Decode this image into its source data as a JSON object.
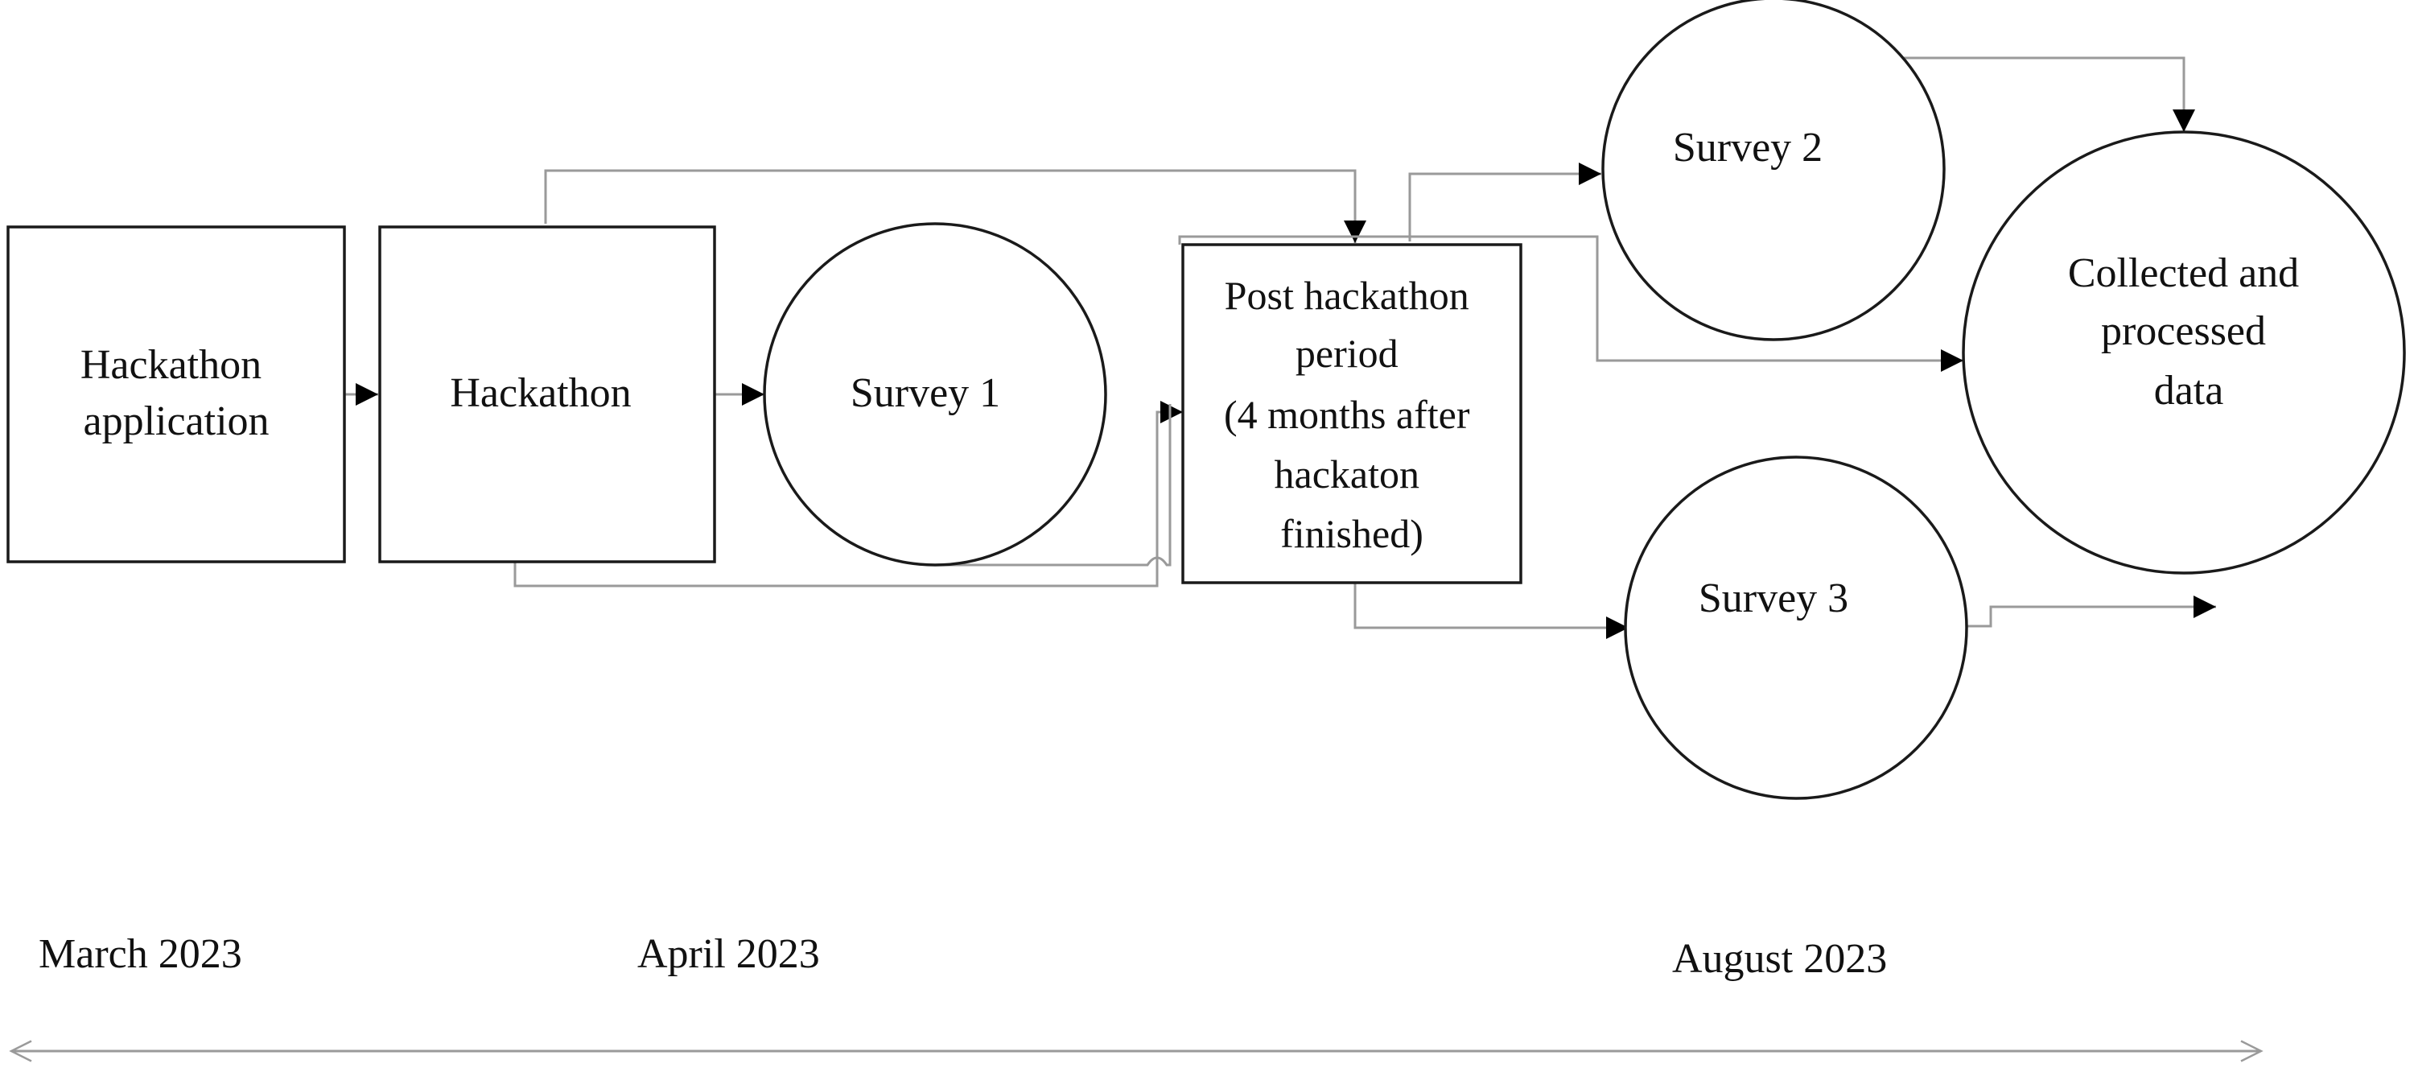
{
  "nodes": {
    "hackathon_application": {
      "lines": [
        "Hackathon",
        "application"
      ]
    },
    "hackathon": {
      "lines": [
        "Hackathon"
      ]
    },
    "survey_1": {
      "lines": [
        "Survey 1"
      ]
    },
    "post_hackathon_period": {
      "lines": [
        "Post hackathon",
        "period",
        "(4 months after",
        "hackaton",
        "finished)"
      ]
    },
    "survey_2": {
      "lines": [
        "Survey 2"
      ]
    },
    "survey_3": {
      "lines": [
        "Survey 3"
      ]
    },
    "collected_data": {
      "lines": [
        "Collected and",
        "processed",
        "data"
      ]
    }
  },
  "timeline": {
    "labels": [
      "March 2023",
      "April 2023",
      "August 2023"
    ]
  },
  "colors": {
    "node_stroke": "#1a1a1a",
    "connector": "#9a9a9a",
    "arrowhead": "#000000",
    "timeline": "#9a9a9a"
  }
}
